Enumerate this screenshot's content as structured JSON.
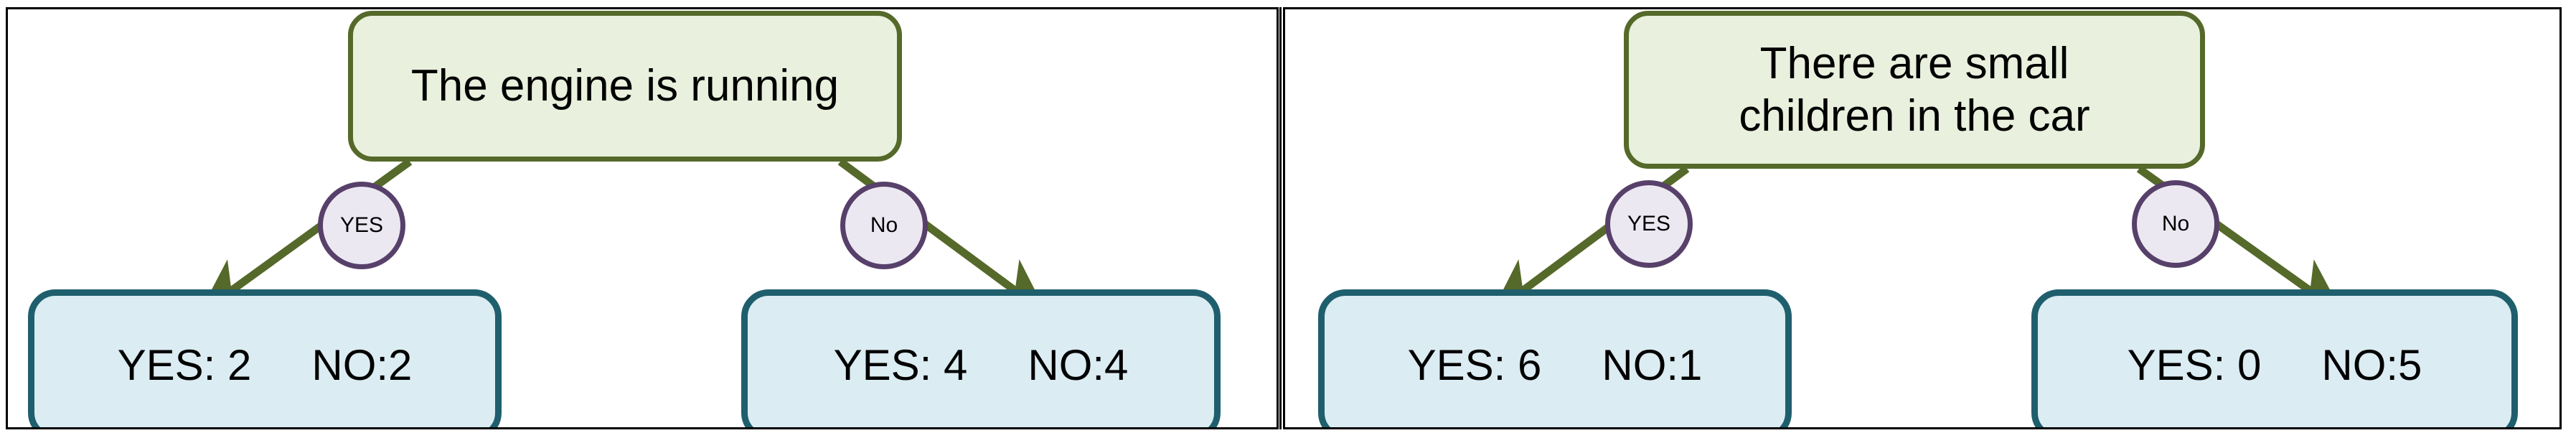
{
  "figure": {
    "type": "decision-tree-split-comparison",
    "panel_count": 2,
    "colors": {
      "panel_border": "#000000",
      "question_fill": "#e9f0dd",
      "question_border": "#55692a",
      "leaf_fill": "#dbecf3",
      "leaf_border": "#1f5f6d",
      "edge_label_fill": "#ece8f2",
      "edge_label_border": "#574069",
      "edge_line": "#55692a",
      "text": "#000000"
    }
  },
  "panels": [
    {
      "id": "panel-left",
      "question": "The engine is running",
      "edges": [
        {
          "label": "YES",
          "side": "left"
        },
        {
          "label": "No",
          "side": "right"
        }
      ],
      "leaves": [
        {
          "yes_label": "YES: 2",
          "no_label": "NO:2",
          "yes": 2,
          "no": 2
        },
        {
          "yes_label": "YES: 4",
          "no_label": "NO:4",
          "yes": 4,
          "no": 4
        }
      ]
    },
    {
      "id": "panel-right",
      "question": "There are small\nchildren in the car",
      "edges": [
        {
          "label": "YES",
          "side": "left"
        },
        {
          "label": "No",
          "side": "right"
        }
      ],
      "leaves": [
        {
          "yes_label": "YES: 6",
          "no_label": "NO:1",
          "yes": 6,
          "no": 1
        },
        {
          "yes_label": "YES: 0",
          "no_label": "NO:5",
          "yes": 0,
          "no": 5
        }
      ]
    }
  ]
}
